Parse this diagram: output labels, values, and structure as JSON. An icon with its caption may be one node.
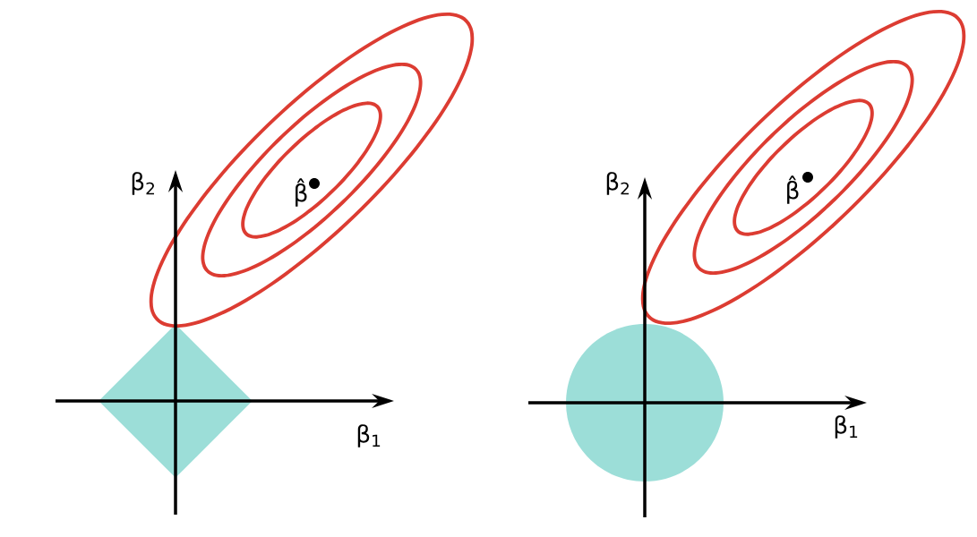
{
  "diagram": {
    "nodes": [
      {
        "text": [],
        "shape": "diamond"
      },
      {
        "text": [],
        "shape": "circle"
      }
    ],
    "labels": [
      "β$_{2}$",
      "β̂",
      "β$_{1}$",
      "β$_{2}$",
      "β̂",
      "β$_{1}$"
    ]
  }
}
